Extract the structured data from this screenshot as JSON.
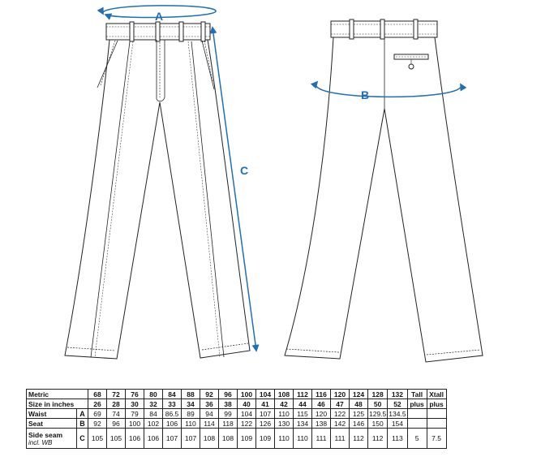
{
  "measure_labels": {
    "waist": "A",
    "seat": "B",
    "side_seam": "C"
  },
  "colors": {
    "accent": "#1f6fb5",
    "line": "#222222"
  },
  "table": {
    "metric_label": "Metric",
    "inches_label": "Size in inches",
    "metric": [
      "68",
      "72",
      "76",
      "80",
      "84",
      "88",
      "92",
      "96",
      "100",
      "104",
      "108",
      "112",
      "116",
      "120",
      "124",
      "128",
      "132",
      "Tall",
      "Xtall"
    ],
    "inches": [
      "26",
      "28",
      "30",
      "32",
      "33",
      "34",
      "36",
      "38",
      "40",
      "41",
      "42",
      "44",
      "46",
      "47",
      "48",
      "50",
      "52",
      "plus",
      "plus"
    ],
    "rows": [
      {
        "label": "Waist",
        "sub": "",
        "code": "A",
        "values": [
          "69",
          "74",
          "79",
          "84",
          "86.5",
          "89",
          "94",
          "99",
          "104",
          "107",
          "110",
          "115",
          "120",
          "122",
          "125",
          "129.5",
          "134.5",
          "",
          ""
        ]
      },
      {
        "label": "Seat",
        "sub": "",
        "code": "B",
        "values": [
          "92",
          "96",
          "100",
          "102",
          "106",
          "110",
          "114",
          "118",
          "122",
          "126",
          "130",
          "134",
          "138",
          "142",
          "146",
          "150",
          "154",
          "",
          ""
        ]
      },
      {
        "label": "Side seam",
        "sub": "incl. WB",
        "code": "C",
        "values": [
          "105",
          "105",
          "106",
          "106",
          "107",
          "107",
          "108",
          "108",
          "109",
          "109",
          "110",
          "110",
          "111",
          "111",
          "112",
          "112",
          "113",
          "5",
          "7.5"
        ]
      }
    ]
  }
}
